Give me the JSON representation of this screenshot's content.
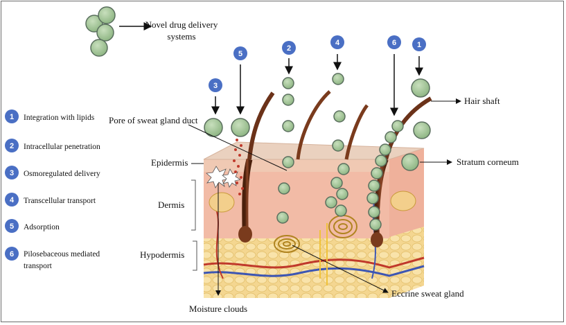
{
  "legend": [
    {
      "num": "1",
      "text": "Integration with lipids"
    },
    {
      "num": "2",
      "text": "Intracellular penetration"
    },
    {
      "num": "3",
      "text": "Osmoregulated delivery"
    },
    {
      "num": "4",
      "text": "Transcellular transport"
    },
    {
      "num": "5",
      "text": "Adsorption"
    },
    {
      "num": "6",
      "text_line1": "Pilosebaceous mediated",
      "text_line2": "transport"
    }
  ],
  "drug_systems_label": {
    "line1": "Novel drug delivery",
    "line2": "systems"
  },
  "route_markers": [
    "3",
    "5",
    "2",
    "4",
    "6",
    "1"
  ],
  "labels": {
    "hair_shaft": "Hair shaft",
    "pore": "Pore of sweat gland duct",
    "epidermis": "Epidermis",
    "dermis": "Dermis",
    "hypodermis": "Hypodermis",
    "stratum_corneum": "Stratum corneum",
    "eccrine": "Eccrine sweat gland",
    "moisture": "Moisture clouds"
  },
  "colors": {
    "badge": "#4a6fc4",
    "vesicle_fill": "#9fc295",
    "vesicle_stroke": "#5a6f5e",
    "skin_top": "#e8cdb9",
    "dermis": "#f1b9a4",
    "hypodermis": "#f5d99a",
    "hair": "#6b3219",
    "gland": "#c49a2c"
  }
}
